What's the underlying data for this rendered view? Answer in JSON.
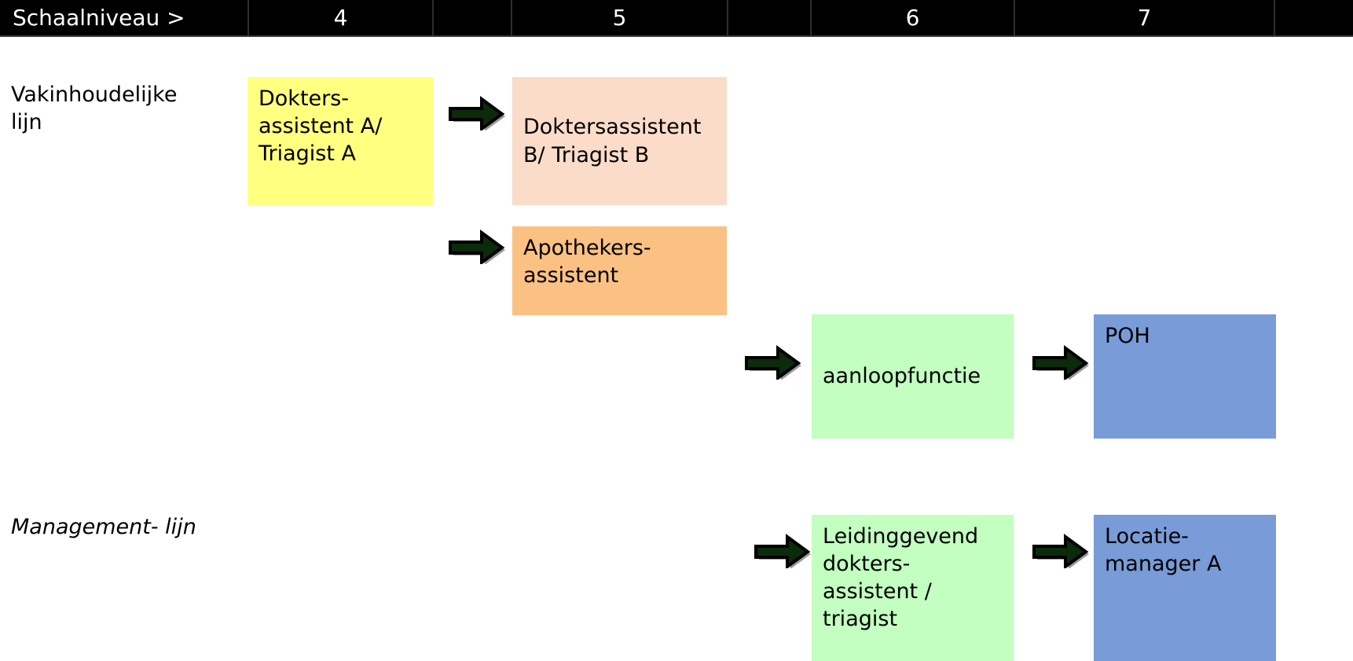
{
  "header": {
    "scale_label": "Schaalniveau >",
    "levels": [
      "4",
      "5",
      "6",
      "7"
    ]
  },
  "rows": [
    {
      "label": "Vakinhoudelijke\nlijn",
      "style": "normal"
    },
    {
      "label": "Management- lijn",
      "style": "italic"
    }
  ],
  "nodes": [
    {
      "id": "doktersassistent-a",
      "text": "Dokters-\nassistent  A/\nTriagist A",
      "color": "#ffff80",
      "level": "4"
    },
    {
      "id": "doktersassistent-b",
      "text": "Doktersassistent\nB/ Triagist B",
      "color": "#fadcc8",
      "level": "5"
    },
    {
      "id": "apothekersassistent",
      "text": "Apothekers-\nassistent",
      "color": "#fac183",
      "level": "5"
    },
    {
      "id": "aanloopfunctie",
      "text": "aanloopfunctie",
      "color": "#c2ffc0",
      "level": "6"
    },
    {
      "id": "poh",
      "text": "POH",
      "color": "#799bd8",
      "level": "7"
    },
    {
      "id": "leidinggevend-doktersassistent",
      "text": "Leidinggevend\ndokters-\nassistent /\ntriagist",
      "color": "#c2ffc0",
      "level": "6"
    },
    {
      "id": "locatiemanager-a",
      "text": "Locatie-\nmanager A",
      "color": "#799bd8",
      "level": "7"
    }
  ],
  "arrows": [
    {
      "id": "arrow-doktersassistent-a-to-b"
    },
    {
      "id": "arrow-to-apothekersassistent"
    },
    {
      "id": "arrow-to-aanloopfunctie"
    },
    {
      "id": "arrow-aanloopfunctie-to-poh"
    },
    {
      "id": "arrow-to-leidinggevend"
    },
    {
      "id": "arrow-leidinggevend-to-locatiemanager"
    }
  ],
  "colors": {
    "header_background": "#000000",
    "header_text": "#ffffff",
    "arrow_fill": "#0b2b0b",
    "arrow_outline": "#000000",
    "arrow_shadow": "#9a9a9a",
    "page_background": "#ffffff"
  }
}
